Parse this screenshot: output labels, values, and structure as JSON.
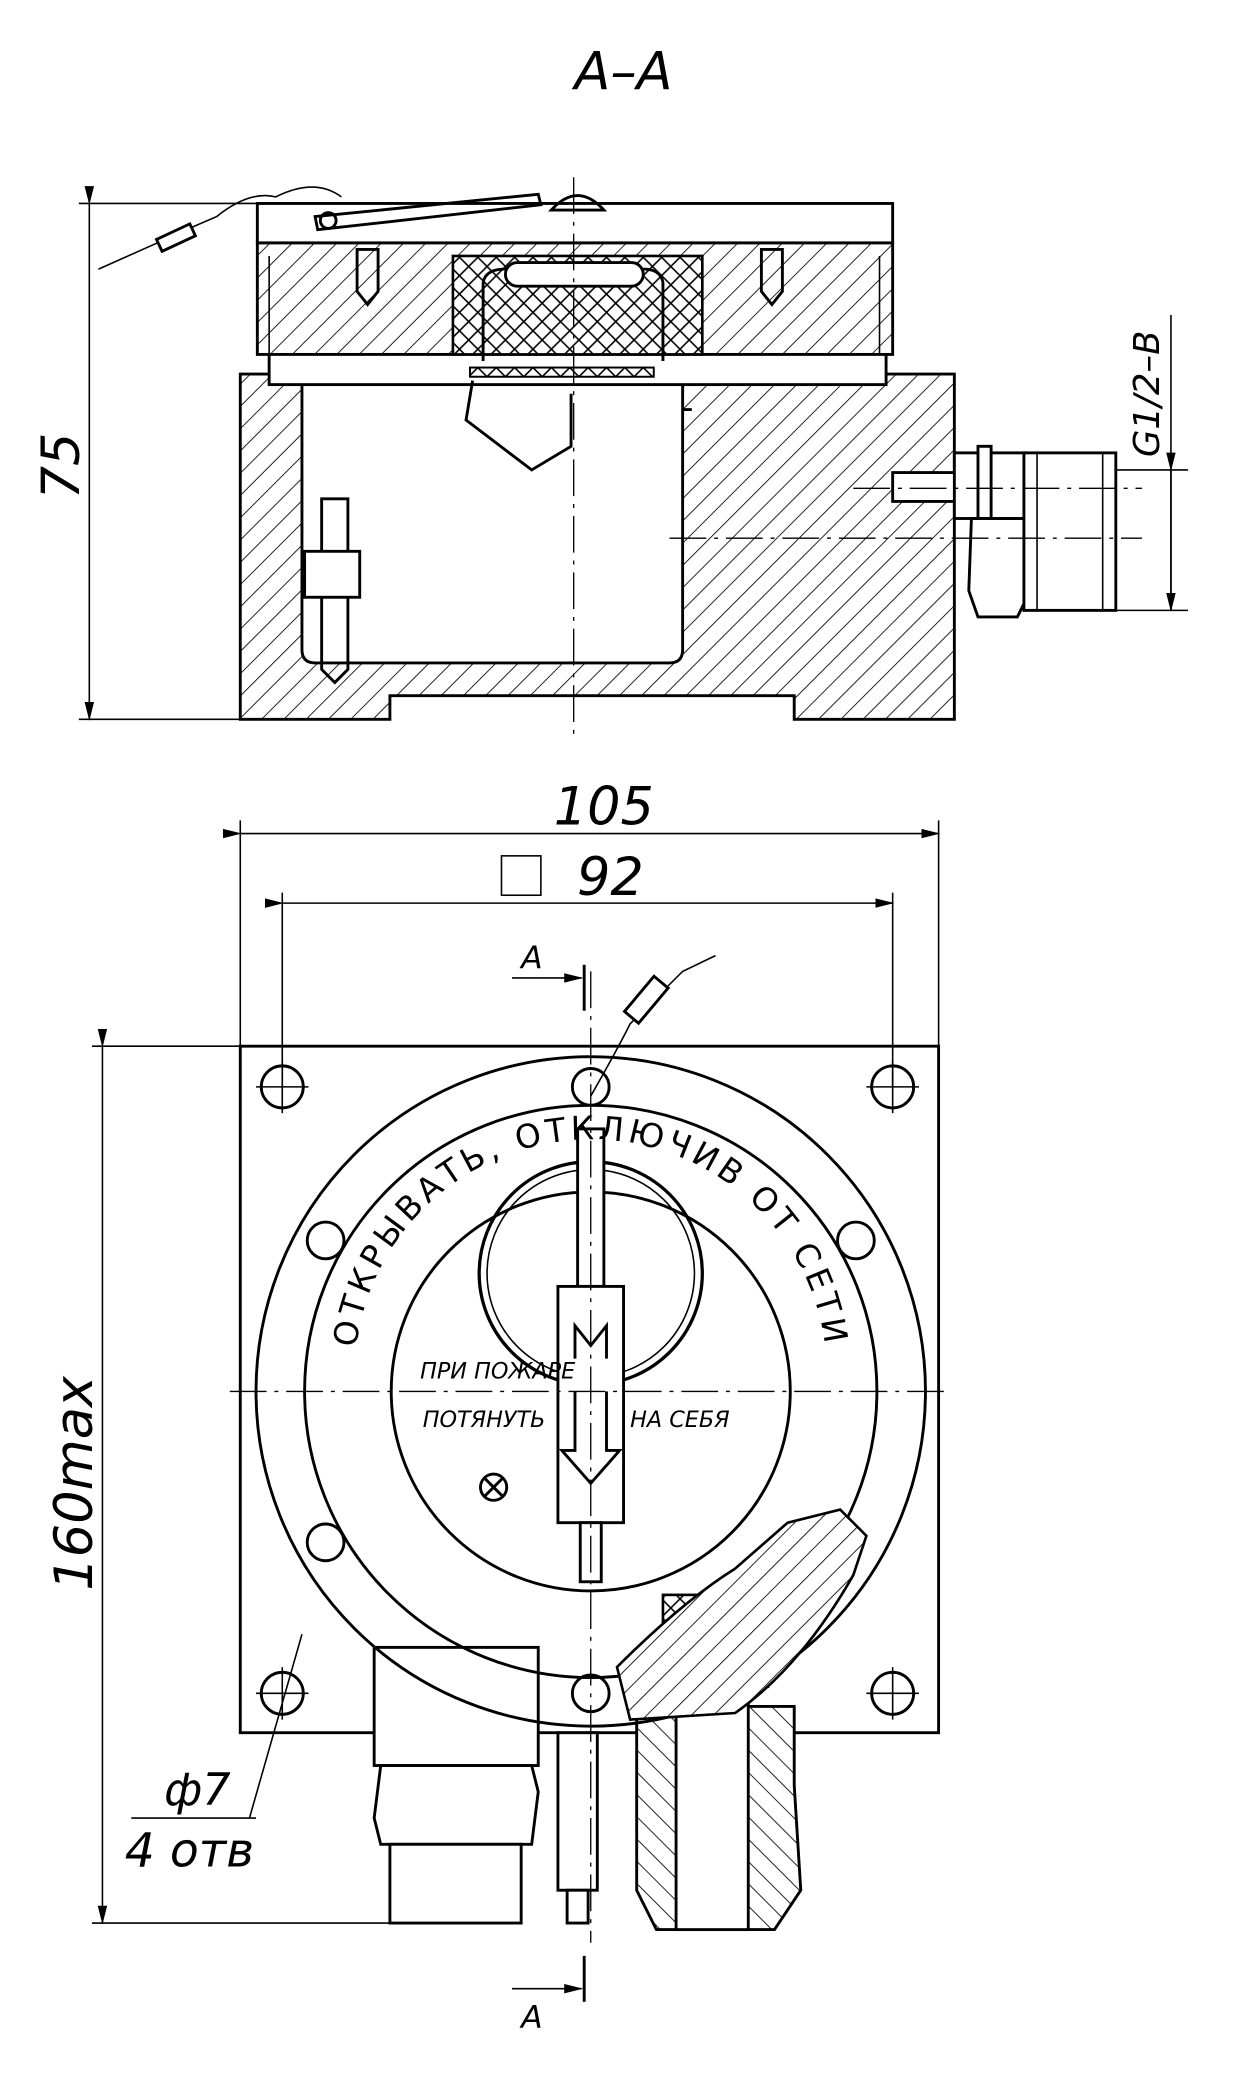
{
  "drawing": {
    "section_title": "А–А",
    "dimensions": {
      "height": "75",
      "thread": "G1/2–B",
      "width": "105",
      "square_symbol": "□",
      "mounting": "92",
      "max_height": "160max",
      "hole_diameter": "ф7",
      "hole_count": "4 отв"
    },
    "section_marks": {
      "top": "А",
      "bottom": "А"
    },
    "plate": {
      "ring_text": "ОТКРЫВАТЬ, ОТКЛЮЧИВ ОТ СЕТИ",
      "line1": "ПРИ ПОЖАРЕ",
      "line2_left": "ПОТЯНУТЬ",
      "line2_right": "НА СЕБЯ"
    }
  }
}
